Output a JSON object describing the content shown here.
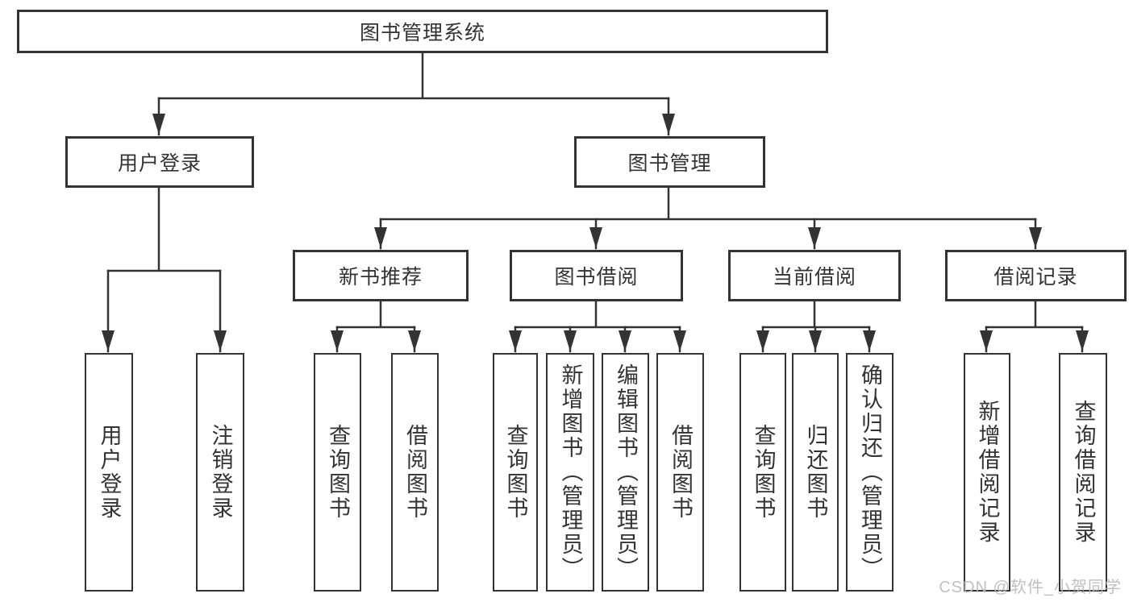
{
  "diagram_title": "图书管理系统",
  "colors": {
    "line": "#333333",
    "text": "#333333",
    "node_fill": "#ffffff",
    "background": "#ffffff",
    "watermark": "#b9b9b9"
  },
  "tree": {
    "root": {
      "label": "图书管理系统"
    },
    "branches": [
      {
        "label": "用户登录",
        "children": [
          {
            "label": "用户登录"
          },
          {
            "label": "注销登录"
          }
        ]
      },
      {
        "label": "图书管理",
        "children": [
          {
            "label": "新书推荐",
            "children": [
              {
                "label": "查询图书"
              },
              {
                "label": "借阅图书"
              }
            ]
          },
          {
            "label": "图书借阅",
            "children": [
              {
                "label": "查询图书"
              },
              {
                "label": "新增图书（管理员）"
              },
              {
                "label": "编辑图书（管理员）"
              },
              {
                "label": "借阅图书"
              }
            ]
          },
          {
            "label": "当前借阅",
            "children": [
              {
                "label": "查询图书"
              },
              {
                "label": "归还图书"
              },
              {
                "label": "确认归还（管理员）"
              }
            ]
          },
          {
            "label": "借阅记录",
            "children": [
              {
                "label": "新增借阅记录"
              },
              {
                "label": "查询借阅记录"
              }
            ]
          }
        ]
      }
    ]
  },
  "watermark": {
    "text": "CSDN @软件_小贺同学"
  }
}
